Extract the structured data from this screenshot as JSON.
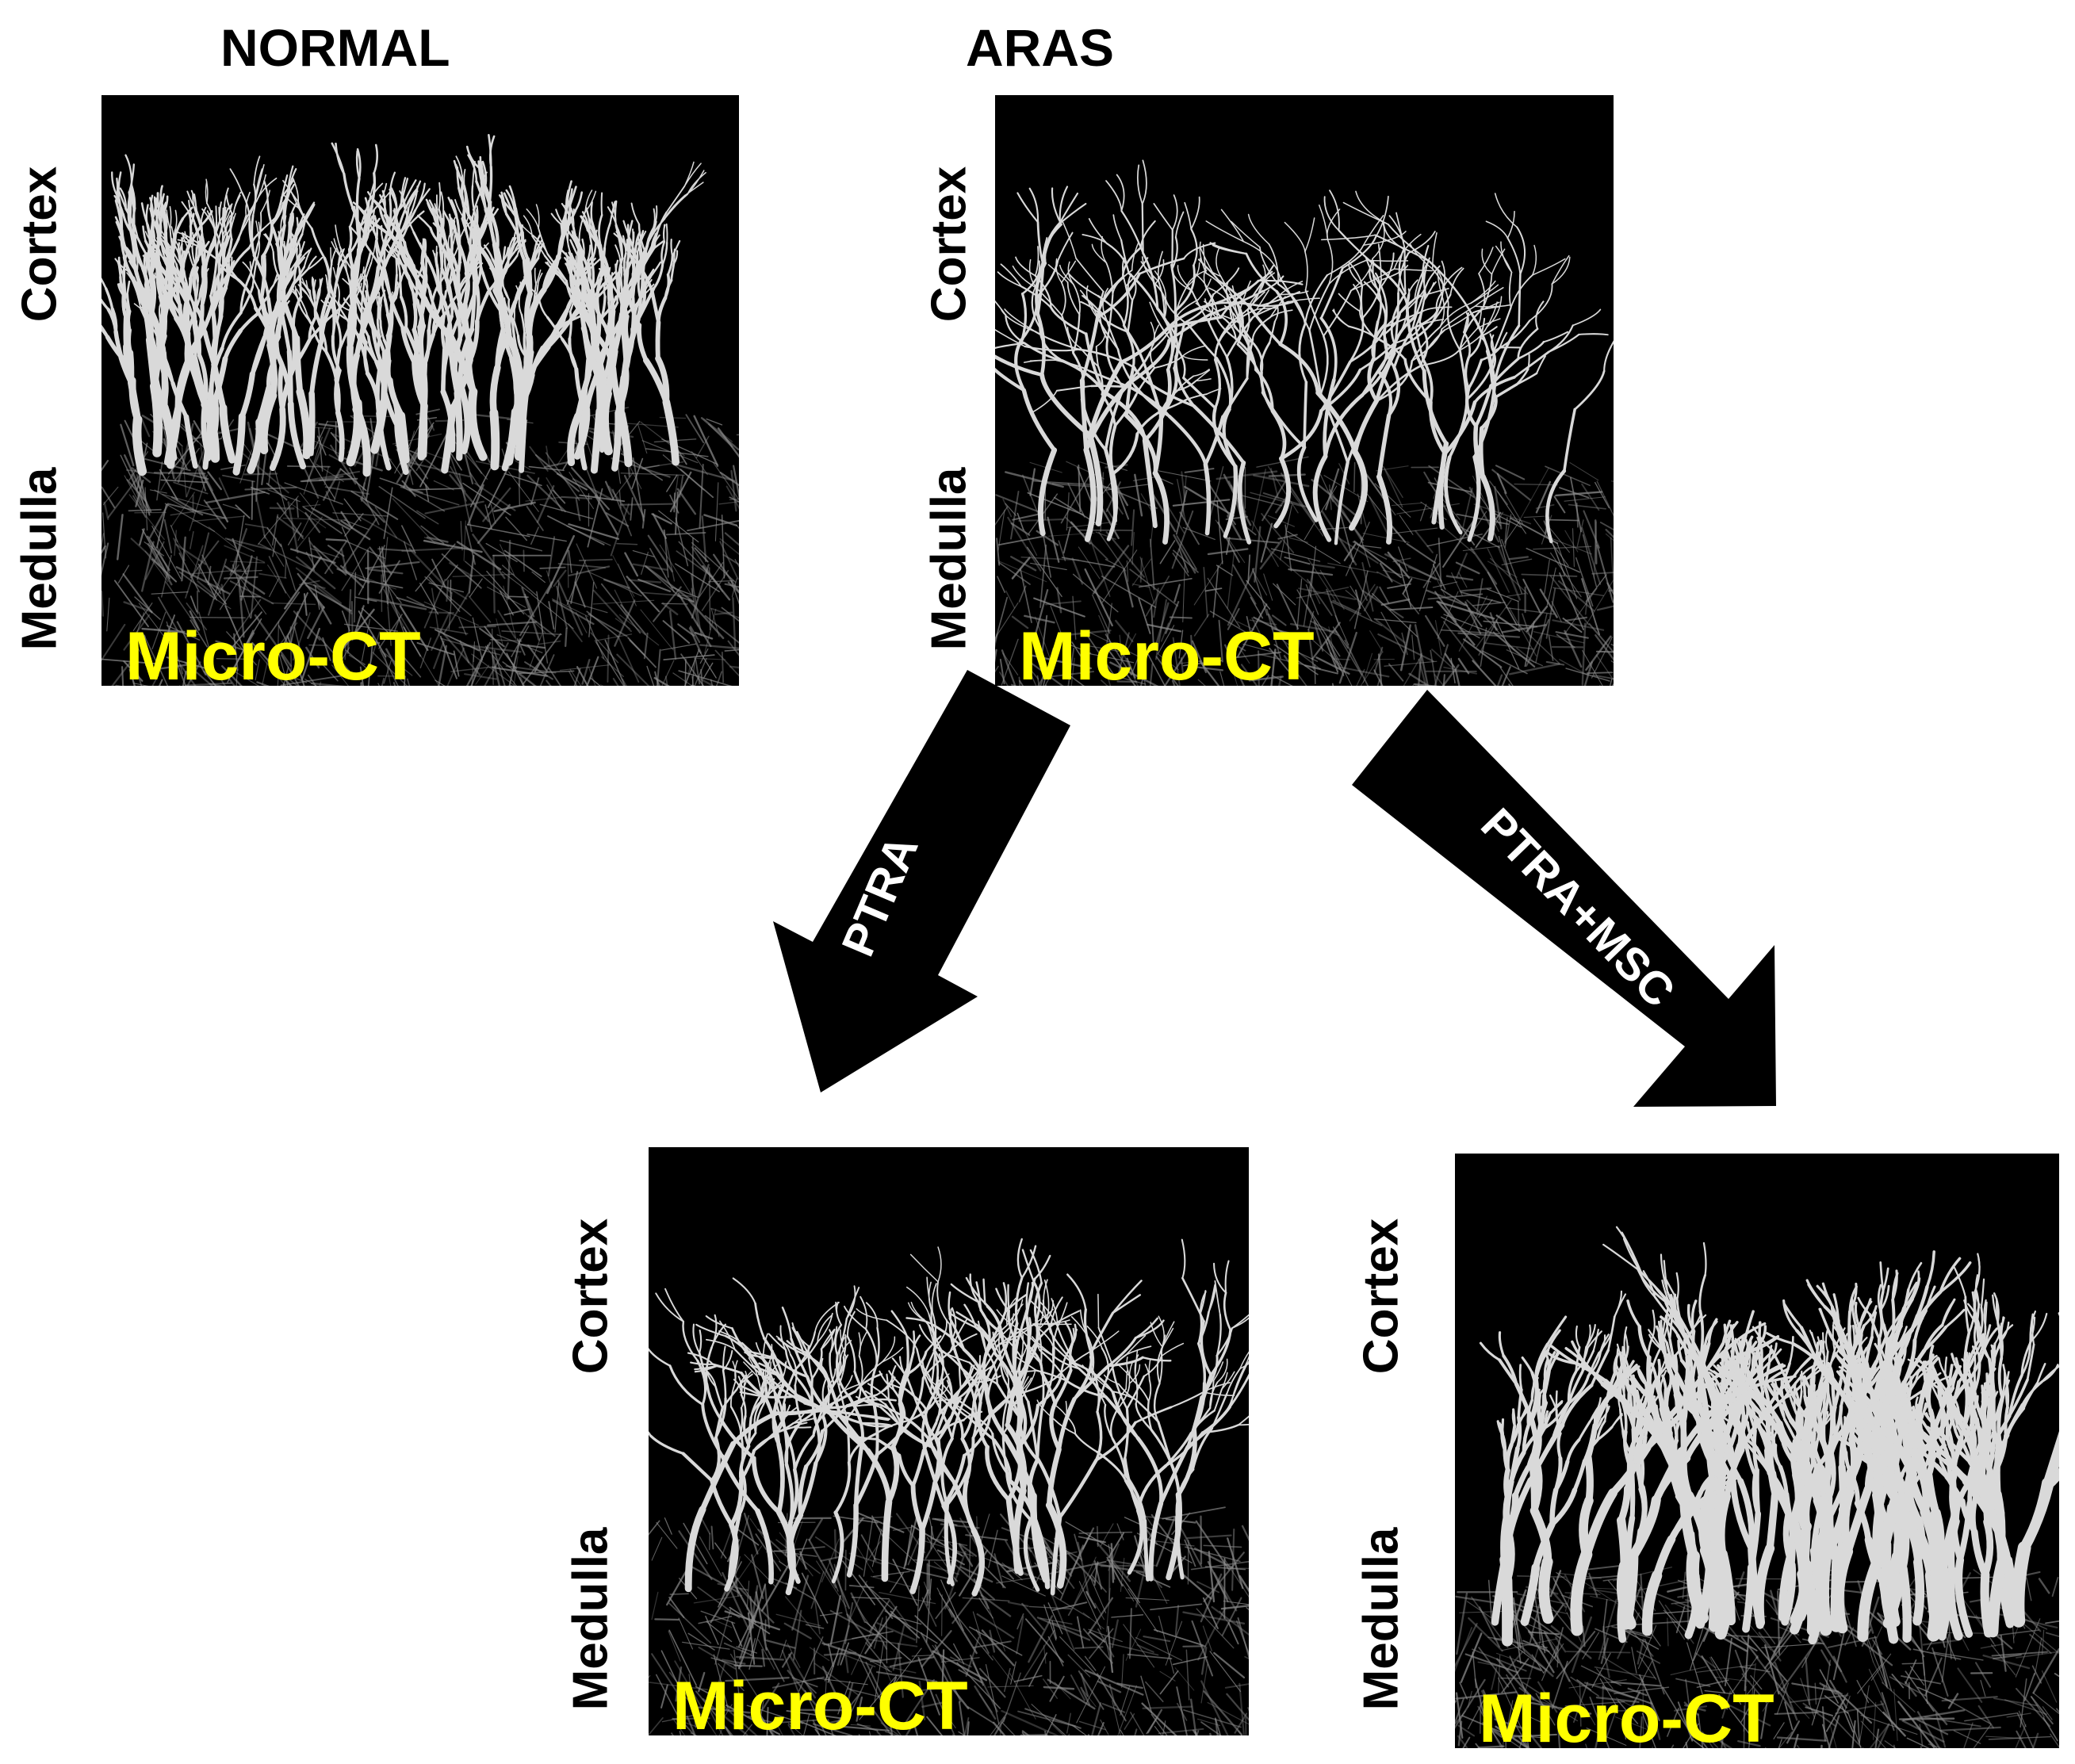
{
  "groups": {
    "normal": {
      "title": "NORMAL"
    },
    "aras": {
      "title": "ARAS"
    }
  },
  "labels": {
    "cortex": "Cortex",
    "medulla": "Medulla",
    "modality": "Micro-CT"
  },
  "arrows": {
    "ptra": "PTRA",
    "ptra_msc": "PTRA+MSC"
  },
  "colors": {
    "modality_text": "#ffff00",
    "background": "#ffffff",
    "panel": "#000000",
    "vessel": "#d9d9d9"
  }
}
